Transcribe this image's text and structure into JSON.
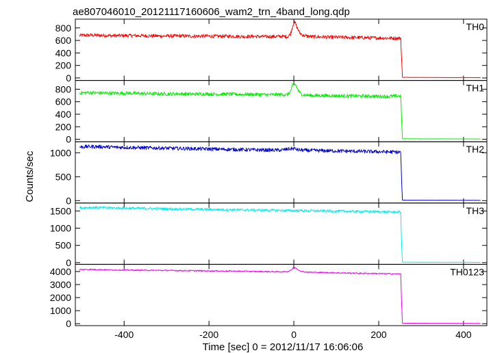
{
  "chart_data": {
    "type": "line",
    "title": "ae807046010_20121117160606_wam2_trn_4band_long.qdp",
    "xlabel": "Time [sec] 0 = 2012/11/17 16:06:06",
    "ylabel": "Counts/sec",
    "xlim": [
      -515,
      455
    ],
    "x_ticks": [
      "-400",
      "-200",
      "0",
      "200",
      "400"
    ],
    "x_tick_values": [
      -400,
      -200,
      0,
      200,
      400
    ],
    "series": [
      {
        "name": "TH0",
        "color": "#ff0000",
        "ylim": [
          -40,
          940
        ],
        "y_ticks": [
          "0",
          "200",
          "400",
          "600",
          "800"
        ],
        "y_tick_values": [
          0,
          200,
          400,
          600,
          800
        ],
        "x": [
          -505,
          -480,
          -450,
          -420,
          -390,
          -360,
          -330,
          -300,
          -270,
          -240,
          -210,
          -180,
          -150,
          -120,
          -90,
          -60,
          -30,
          -15,
          -8,
          -3,
          0,
          4,
          8,
          14,
          22,
          40,
          70,
          100,
          130,
          160,
          190,
          220,
          240,
          252,
          254,
          256,
          300,
          350,
          400,
          440
        ],
        "y": [
          680,
          685,
          680,
          675,
          678,
          675,
          672,
          670,
          672,
          668,
          670,
          665,
          668,
          662,
          665,
          660,
          665,
          660,
          700,
          820,
          890,
          870,
          800,
          720,
          680,
          660,
          655,
          650,
          648,
          645,
          640,
          638,
          635,
          635,
          300,
          10,
          8,
          6,
          6,
          5
        ],
        "noise": 28
      },
      {
        "name": "TH1",
        "color": "#00ee00",
        "ylim": [
          -40,
          940
        ],
        "y_ticks": [
          "0",
          "200",
          "400",
          "600",
          "800"
        ],
        "y_tick_values": [
          0,
          200,
          400,
          600,
          800
        ],
        "x": [
          -505,
          -480,
          -450,
          -420,
          -390,
          -360,
          -330,
          -300,
          -270,
          -240,
          -210,
          -180,
          -150,
          -120,
          -90,
          -60,
          -30,
          -15,
          -8,
          -3,
          0,
          4,
          8,
          14,
          22,
          40,
          70,
          100,
          130,
          160,
          190,
          220,
          240,
          252,
          254,
          256,
          300,
          350,
          400,
          440
        ],
        "y": [
          740,
          745,
          738,
          735,
          738,
          732,
          728,
          725,
          728,
          722,
          725,
          720,
          722,
          716,
          718,
          712,
          715,
          712,
          760,
          860,
          890,
          870,
          810,
          740,
          710,
          700,
          698,
          695,
          692,
          690,
          688,
          685,
          690,
          692,
          300,
          8,
          6,
          6,
          5,
          5
        ],
        "noise": 28
      },
      {
        "name": "TH2",
        "color": "#0000cc",
        "ylim": [
          -50,
          1230
        ],
        "y_ticks": [
          "0",
          "500",
          "1000"
        ],
        "y_tick_values": [
          0,
          500,
          1000
        ],
        "x": [
          -505,
          -480,
          -450,
          -420,
          -390,
          -360,
          -330,
          -300,
          -270,
          -240,
          -210,
          -180,
          -150,
          -120,
          -90,
          -60,
          -30,
          -10,
          0,
          10,
          30,
          60,
          90,
          120,
          150,
          180,
          210,
          240,
          252,
          254,
          256,
          300,
          350,
          400,
          440
        ],
        "y": [
          1120,
          1130,
          1125,
          1115,
          1110,
          1105,
          1100,
          1095,
          1090,
          1085,
          1080,
          1075,
          1070,
          1065,
          1060,
          1055,
          1055,
          1080,
          1090,
          1060,
          1050,
          1045,
          1040,
          1035,
          1030,
          1025,
          1020,
          1015,
          1010,
          400,
          10,
          8,
          8,
          7,
          6
        ],
        "noise": 38
      },
      {
        "name": "TH3",
        "color": "#00eeee",
        "ylim": [
          -50,
          1730
        ],
        "y_ticks": [
          "0",
          "500",
          "1000",
          "1500"
        ],
        "y_tick_values": [
          0,
          500,
          1000,
          1500
        ],
        "x": [
          -505,
          -480,
          -450,
          -420,
          -390,
          -360,
          -330,
          -300,
          -270,
          -240,
          -210,
          -180,
          -150,
          -120,
          -90,
          -60,
          -30,
          0,
          30,
          60,
          90,
          120,
          150,
          180,
          210,
          240,
          252,
          254,
          256,
          300,
          350,
          400,
          440
        ],
        "y": [
          1590,
          1600,
          1595,
          1585,
          1580,
          1575,
          1570,
          1560,
          1555,
          1550,
          1545,
          1540,
          1535,
          1530,
          1525,
          1520,
          1515,
          1510,
          1505,
          1500,
          1495,
          1490,
          1485,
          1480,
          1475,
          1470,
          1465,
          500,
          15,
          12,
          10,
          10,
          8
        ],
        "noise": 38
      },
      {
        "name": "TH0123",
        "color": "#ee00ee",
        "ylim": [
          -150,
          4550
        ],
        "y_ticks": [
          "0",
          "1000",
          "2000",
          "3000",
          "4000"
        ],
        "y_tick_values": [
          0,
          1000,
          2000,
          3000,
          4000
        ],
        "x": [
          -505,
          -480,
          -450,
          -420,
          -390,
          -360,
          -330,
          -300,
          -270,
          -240,
          -210,
          -180,
          -150,
          -120,
          -90,
          -60,
          -30,
          -15,
          -5,
          0,
          5,
          12,
          22,
          40,
          70,
          100,
          130,
          160,
          190,
          220,
          240,
          252,
          254,
          256,
          300,
          350,
          400,
          440
        ],
        "y": [
          4150,
          4160,
          4140,
          4120,
          4110,
          4100,
          4090,
          4080,
          4070,
          4060,
          4050,
          4040,
          4030,
          4020,
          4000,
          3990,
          3980,
          3990,
          4150,
          4320,
          4250,
          4100,
          3980,
          3940,
          3920,
          3900,
          3880,
          3860,
          3850,
          3830,
          3820,
          3810,
          1500,
          40,
          30,
          28,
          26,
          25
        ],
        "noise": 45
      }
    ]
  }
}
